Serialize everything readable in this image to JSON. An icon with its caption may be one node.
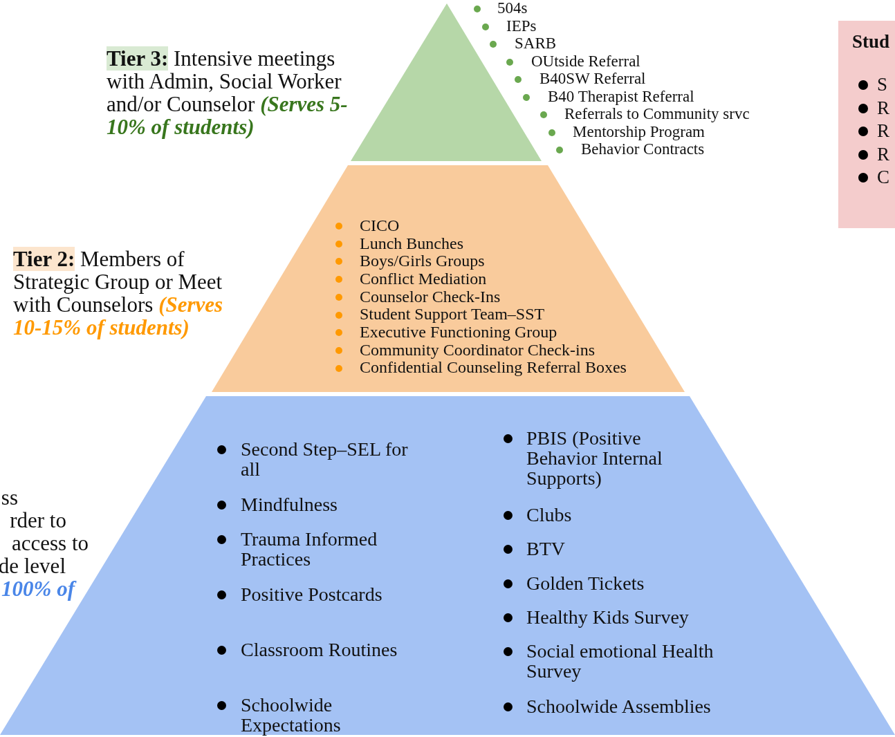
{
  "diagram": {
    "nodes": [
      {
        "text": [
          "504s",
          "IEPs",
          "SARB",
          "OUtside Referral",
          "B40SW Referral",
          "B40 Therapist Referral",
          "Referrals to Community srvc",
          "Mentorship Program",
          "Behavior Contracts"
        ]
      },
      {
        "text": [
          "CICO",
          "Lunch Bunches",
          "Boys/Girls Groups",
          "Conflict Mediation",
          "Counselor Check-Ins",
          "Student Support Team–SST",
          "Executive Functioning Group",
          "Community Coordinator Check-ins",
          "Confidential Counseling Referral Boxes"
        ]
      },
      {
        "text": [
          "Second Step–SEL for all",
          "Mindfulness",
          "Trauma Informed Practices",
          "Positive Postcards",
          "Classroom Routines",
          "Schoolwide Expectations",
          "PBIS (Positive Behavior Internal Supports)",
          "Clubs",
          "BTV",
          "Golden Tickets",
          "Healthy Kids Survey",
          "Social emotional Health Survey",
          "Schoolwide Assemblies"
        ]
      },
      {
        "text": [
          "Stud",
          "S",
          "R",
          "R",
          "R",
          "C"
        ]
      }
    ],
    "labels": [
      "**Tier 3:** Intensive meetings with Admin, Social Worker and/or Counselor",
      "(Serves 5-10% of students)",
      "**Tier 2:** Members of Strategic Group or Meet with Counselors",
      "(Serves 10-15% of students)",
      "ss",
      "rder to",
      "access to",
      "de level",
      "100% of"
    ]
  }
}
